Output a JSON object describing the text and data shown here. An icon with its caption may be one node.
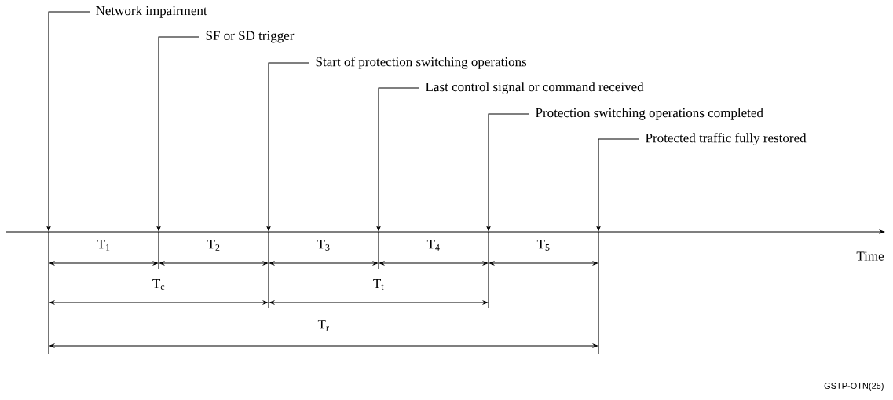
{
  "diagram": {
    "nodes": [
      {
        "text": [
          "Network impairment"
        ]
      },
      {
        "text": [
          "SF or SD trigger"
        ]
      },
      {
        "text": [
          "Start of protection switching operations"
        ]
      },
      {
        "text": [
          "Last control signal or command received"
        ]
      },
      {
        "text": [
          "Protection switching operations completed"
        ]
      },
      {
        "text": [
          "Protected traffic fully restored"
        ]
      }
    ],
    "edges": [
      {
        "from": 0,
        "to": null,
        "arrow": "to"
      },
      {
        "from": 1,
        "to": null,
        "arrow": "to"
      },
      {
        "from": 2,
        "to": null,
        "arrow": "to"
      },
      {
        "from": 3,
        "to": null,
        "arrow": "to"
      },
      {
        "from": 4,
        "to": null,
        "arrow": "to"
      },
      {
        "from": 5,
        "to": null,
        "arrow": "to"
      }
    ],
    "labels": [
      "T$_{1}$",
      "T$_{2}$",
      "T$_{3}$",
      "T$_{4}$",
      "T$_{5}$",
      "Time",
      "T$_{c}$",
      "T$_{t}$",
      "T$_{r}$",
      "GSTP-OTN(25)"
    ]
  }
}
